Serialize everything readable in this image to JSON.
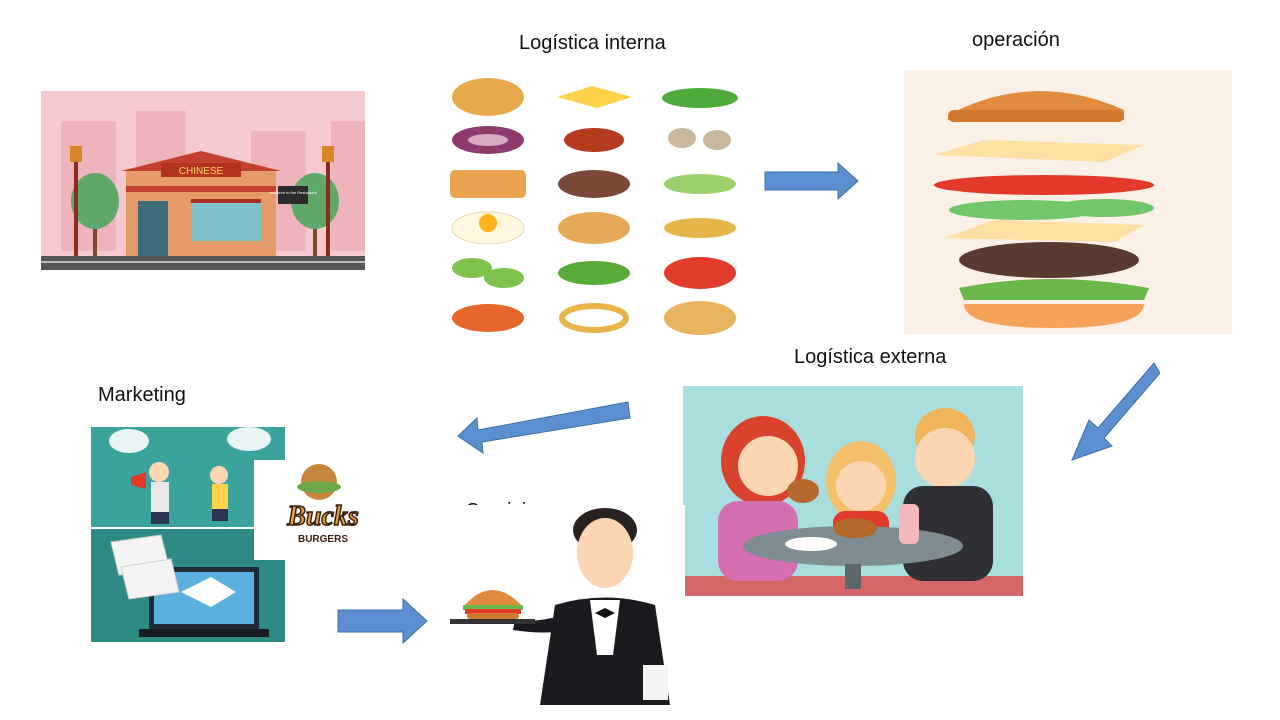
{
  "labels": {
    "logistica_interna": "Logística interna",
    "operacion": "operación",
    "logistica_externa": "Logística externa",
    "marketing": "Marketing",
    "servicio": "Servicio"
  },
  "restaurant_sign": "CHINESE",
  "restaurant_board": "welcome to the Restaurant",
  "brand_logo": "Bucks",
  "brand_sub": "BURGERS",
  "colors": {
    "arrow": "#5b8fd0",
    "arrow_stroke": "#3f6fa8"
  },
  "icons": [
    "restaurant-icon",
    "ingredients-icon",
    "burger-stack-icon",
    "family-eating-icon",
    "marketing-icon",
    "waiter-icon",
    "arrow-icon"
  ]
}
